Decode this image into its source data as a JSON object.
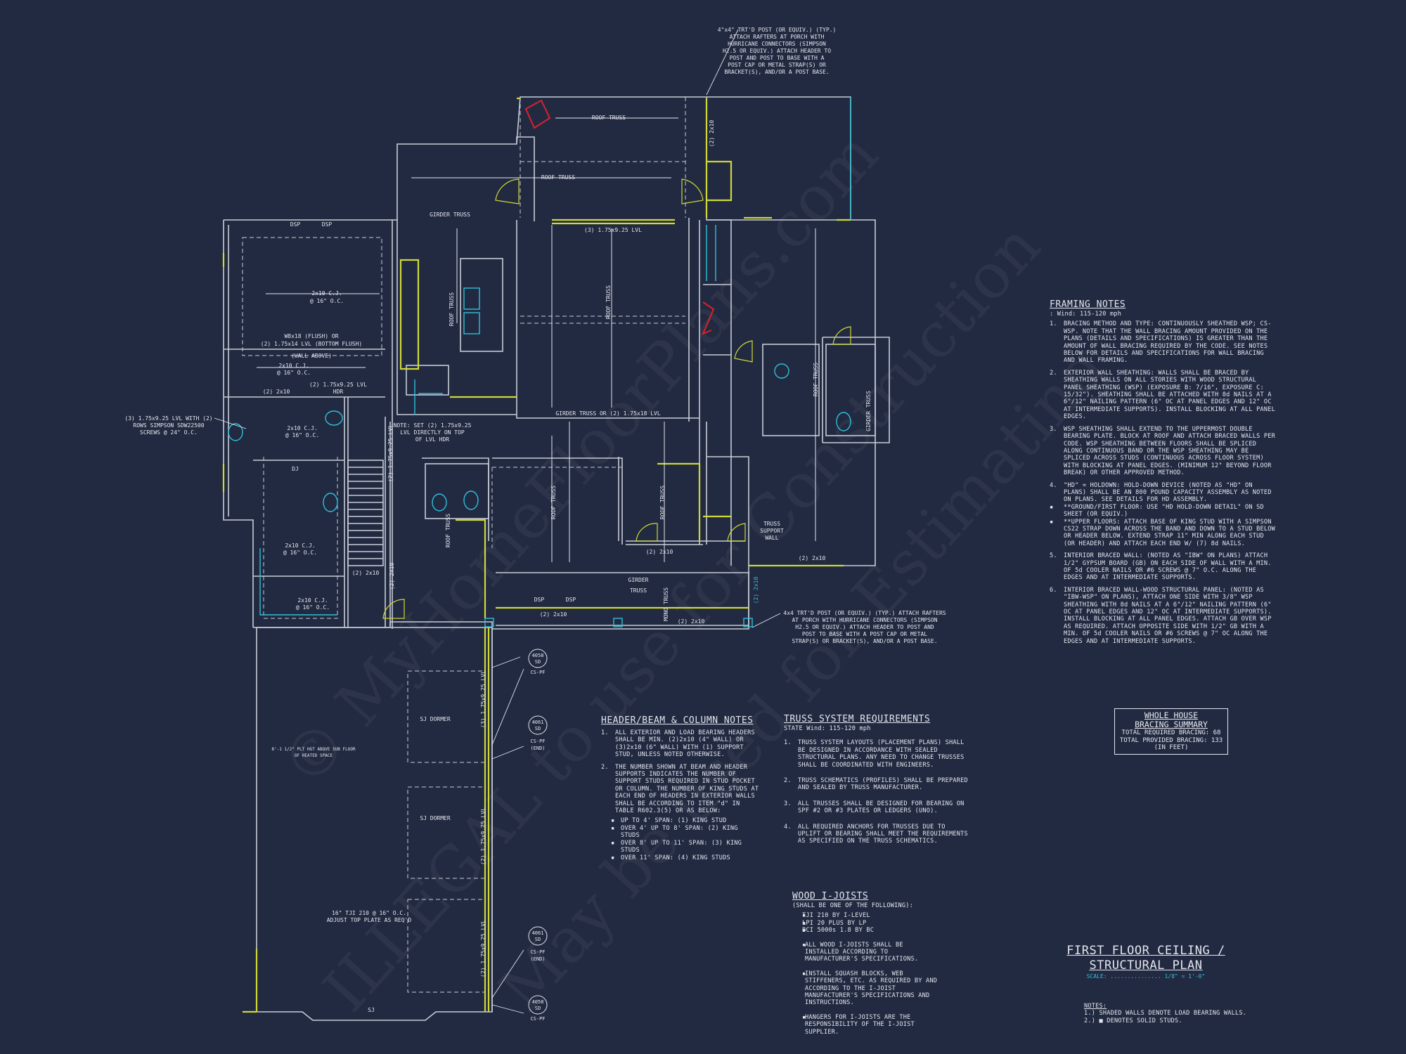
{
  "watermarks": [
    "© MyHomeFloorPlans.com",
    "ILLEGAL to use for Construction",
    "May be used for Estimating"
  ],
  "callouts": {
    "porch_post_top": [
      "4\"x4\" TRT'D POST (OR EQUIV.) (TYP.)",
      "ATTACH RAFTERS AT PORCH WITH",
      "HURRICANE CONNECTORS (SIMPSON",
      "H2.5 OR EQUIV.) ATTACH HEADER TO",
      "POST AND POST TO BASE WITH A",
      "POST CAP OR METAL STRAP(S) OR",
      "BRACKET(S), AND/OR A POST BASE."
    ],
    "porch_post_right": [
      "4x4 TRT'D POST (OR EQUIV.) (TYP.) ATTACH RAFTERS",
      "AT PORCH WITH HURRICANE CONNECTORS (SIMPSON",
      "H2.5 OR EQUIV.) ATTACH HEADER TO POST AND",
      "POST TO BASE WITH A POST CAP OR METAL",
      "STRAP(S) OR BRACKET(S), AND/OR A POST BASE."
    ],
    "lvl_left": [
      "(3) 1.75x9.25 LVL WITH (2)",
      "ROWS SIMPSON SDW22500",
      "SCREWS @ 24\" O.C."
    ],
    "note_lvl": [
      "NOTE: SET (2) 1.75x9.25",
      "LVL DIRECTLY ON TOP",
      "OF LVL HDR"
    ],
    "truss_support": [
      "TRUSS",
      "SUPPORT",
      "WALL"
    ],
    "plt_note": [
      "8'-1 1/2\" PLT HGT ABOVE SUB FLOOR",
      "OF HEATED SPACE"
    ],
    "tji_note": [
      "16\" TJI 210 @ 16\" O.C.",
      "ADJUST TOP PLATE AS REQ'D"
    ]
  },
  "plan_labels": {
    "roof_truss": "ROOF TRUSS",
    "girder_truss": "GIRDER TRUSS",
    "girder_truss_lvl": "GIRDER TRUSS OR (2) 1.75x18 LVL",
    "lvl_top": "(3) 1.75x9.25 LVL",
    "cj_2x10": "2x10 C.J.",
    "oc16": "@ 16\" O.C.",
    "wb_flush": "W8x18 (FLUSH) OR",
    "lvl_bottom": "(2) 1.75x14 LVL (BOTTOM FLUSH)",
    "wall_above": "(WALL ABOVE)",
    "lvl_hdr": "(2) 1.75x9.25 LVL",
    "hdr": "HDR",
    "h2x10": "(2) 2x10",
    "dsp": "DSP",
    "dj": "DJ",
    "sj_dormer": "SJ DORMER",
    "sj": "SJ",
    "girder": "GIRDER",
    "truss": "TRUSS",
    "mono_truss": "MONO TRUSS",
    "lvl_vert": "(3) 1.75x9.25 LVL",
    "lvl_vert2": "(2) 1.75x9.25 LVL",
    "cs_pf": "CS-PF",
    "end": "(END)"
  },
  "column_tags": [
    {
      "top": "4058",
      "bot": "SD",
      "suffix": "CS-PF",
      "end": ""
    },
    {
      "top": "4061",
      "bot": "SD",
      "suffix": "CS-PF",
      "end": "(END)"
    },
    {
      "top": "4061",
      "bot": "SD",
      "suffix": "CS-PF",
      "end": "(END)"
    },
    {
      "top": "4058",
      "bot": "SD",
      "suffix": "CS-PF",
      "end": ""
    }
  ],
  "framing_notes": {
    "title": "FRAMING NOTES",
    "wind": ": Wind: 115-120 mph",
    "items": [
      {
        "n": "1.",
        "t": "BRACING METHOD AND TYPE: CONTINUOUSLY SHEATHED WSP; CS-WSP. NOTE THAT THE WALL BRACING AMOUNT PROVIDED ON THE PLANS (DETAILS AND SPECIFICATIONS) IS GREATER THAN THE AMOUNT OF WALL BRACING REQUIRED BY THE CODE. SEE NOTES BELOW FOR DETAILS AND SPECIFICATIONS FOR WALL BRACING AND WALL FRAMING."
      },
      {
        "n": "2.",
        "t": "EXTERIOR WALL SHEATHING: WALLS SHALL BE BRACED BY SHEATHING WALLS ON ALL STORIES WITH WOOD STRUCTURAL PANEL SHEATHING (WSP) (EXPOSURE B: 7/16\", EXPOSURE C: 15/32\"). SHEATHING SHALL BE ATTACHED WITH 8d NAILS AT A 6\"/12\" NAILING PATTERN (6\" OC AT PANEL EDGES AND 12\" OC AT INTERMEDIATE SUPPORTS). INSTALL BLOCKING AT ALL PANEL EDGES."
      },
      {
        "n": "3.",
        "t": "WSP SHEATHING SHALL EXTEND TO THE UPPERMOST DOUBLE BEARING PLATE. BLOCK AT ROOF AND ATTACH BRACED WALLS PER CODE. WSP SHEATHING BETWEEN FLOORS SHALL BE SPLICED ALONG CONTINUOUS BAND OR THE WSP SHEATHING MAY BE SPLICED ACROSS STUDS (CONTINUOUS ACROSS FLOOR SYSTEM) WITH BLOCKING AT PANEL EDGES. (MINIMUM 12\" BEYOND FLOOR BREAK) OR OTHER APPROVED METHOD."
      },
      {
        "n": "4.",
        "t": "\"HD\" = HOLDOWN: HOLD-DOWN DEVICE (NOTED AS \"HD\" ON PLANS) SHALL BE AN 800 POUND CAPACITY ASSEMBLY AS NOTED ON PLANS. SEE DETAILS FOR HD ASSEMBLY."
      },
      {
        "n": "▪",
        "t": "**GROUND/FIRST FLOOR: USE \"HD HOLD-DOWN DETAIL\" ON SD SHEET (OR EQUIV.)"
      },
      {
        "n": "▪",
        "t": "**UPPER FLOORS: ATTACH BASE OF KING STUD WITH A SIMPSON CS22 STRAP DOWN ACROSS THE BAND AND DOWN TO A STUD BELOW OR HEADER BELOW. EXTEND STRAP 11\" MIN ALONG EACH STUD (OR HEADER) AND ATTACH EACH END W/ (7) 8d NAILS."
      },
      {
        "n": "5.",
        "t": "INTERIOR BRACED WALL: (NOTED AS \"IBW\" ON PLANS) ATTACH 1/2\" GYPSUM BOARD (GB) ON EACH SIDE OF WALL WITH A MIN. OF 5d COOLER NAILS OR #6 SCREWS @ 7\" O.C. ALONG THE EDGES AND AT INTERMEDIATE SUPPORTS."
      },
      {
        "n": "6.",
        "t": "INTERIOR BRACED WALL-WOOD STRUCTURAL PANEL: (NOTED AS \"IBW-WSP\" ON PLANS), ATTACH ONE SIDE WITH 3/8\" WSP SHEATHING WITH 8d NAILS AT A 6\"/12\" NAILING PATTERN (6\" OC AT PANEL EDGES AND 12\" OC AT INTERMEDIATE SUPPORTS). INSTALL BLOCKING AT ALL PANEL EDGES. ATTACH GB OVER WSP AS REQUIRED. ATTACH OPPOSITE SIDE WITH 1/2\" GB WITH A MIN. OF 5d COOLER NAILS OR #6 SCREWS @ 7\" OC ALONG THE EDGES AND AT INTERMEDIATE SUPPORTS."
      }
    ]
  },
  "bracing_summary": {
    "title1": "WHOLE HOUSE",
    "title2": "BRACING SUMMARY",
    "required": "TOTAL REQUIRED BRACING: 68",
    "provided": "TOTAL PROVIDED BRACING: 133",
    "unit": "(IN FEET)"
  },
  "header_notes": {
    "title": "HEADER/BEAM & COLUMN NOTES",
    "items": [
      {
        "n": "1.",
        "t": "ALL EXTERIOR AND LOAD BEARING HEADERS SHALL BE MIN. (2)2x10 (4\" WALL) OR (3)2x10 (6\" WALL) WITH (1) SUPPORT STUD, UNLESS NOTED OTHERWISE."
      },
      {
        "n": "2.",
        "t": "THE NUMBER SHOWN AT BEAM AND HEADER SUPPORTS INDICATES THE NUMBER OF SUPPORT STUDS REQUIRED IN STUD POCKET OR COLUMN. THE NUMBER OF KING STUDS AT EACH END OF HEADERS IN EXTERIOR WALLS SHALL BE ACCORDING TO ITEM \"d\" IN TABLE R602.3(5) OR AS BELOW:"
      }
    ],
    "bullets": [
      "UP TO 4' SPAN: (1) KING STUD",
      "OVER 4' UP TO 8' SPAN: (2) KING STUDS",
      "OVER 8' UP TO 11' SPAN: (3) KING STUDS",
      "OVER 11' SPAN: (4) KING STUDS"
    ]
  },
  "truss_notes": {
    "title": "TRUSS SYSTEM REQUIREMENTS",
    "wind": "STATE Wind: 115-120 mph",
    "items": [
      {
        "n": "1.",
        "t": "TRUSS SYSTEM LAYOUTS (PLACEMENT PLANS) SHALL BE DESIGNED IN ACCORDANCE WITH SEALED STRUCTURAL PLANS. ANY NEED TO CHANGE TRUSSES SHALL BE COORDINATED WITH ENGINEERS."
      },
      {
        "n": "2.",
        "t": "TRUSS SCHEMATICS (PROFILES) SHALL BE PREPARED AND SEALED BY TRUSS MANUFACTURER."
      },
      {
        "n": "3.",
        "t": "ALL TRUSSES SHALL BE DESIGNED FOR BEARING ON SPF #2 OR #3 PLATES OR LEDGERS (UNO)."
      },
      {
        "n": "4.",
        "t": "ALL REQUIRED ANCHORS FOR TRUSSES DUE TO UPLIFT OR BEARING SHALL MEET THE REQUIREMENTS AS SPECIFIED ON THE TRUSS SCHEMATICS."
      }
    ]
  },
  "ijoist_notes": {
    "title": "WOOD I-JOISTS",
    "sub": "(SHALL BE ONE OF THE FOLLOWING):",
    "list": [
      "TJI 210 BY I-LEVEL",
      "LPI 20 PLUS BY LP",
      "BCI 5000s 1.8 BY BC"
    ],
    "items": [
      "ALL WOOD I-JOISTS SHALL BE INSTALLED ACCORDING TO MANUFACTURER'S SPECIFICATIONS.",
      "INSTALL SQUASH BLOCKS, WEB STIFFENERS, ETC. AS REQUIRED BY AND ACCORDING TO THE I-JOIST MANUFACTURER'S SPECIFICATIONS AND INSTRUCTIONS.",
      "HANGERS FOR I-JOISTS ARE THE RESPONSIBILITY OF THE I-JOIST SUPPLIER."
    ]
  },
  "title_block": {
    "line1": "FIRST FLOOR CEILING /",
    "line2": "STRUCTURAL PLAN",
    "scale": "SCALE: ............... 1/8\" = 1'-0\""
  },
  "legend": {
    "title": "NOTES:",
    "items": [
      "1.) SHADED WALLS DENOTE LOAD BEARING WALLS.",
      "2.) ■ DENOTES SOLID STUDS."
    ]
  },
  "colors": {
    "background": "#222a41",
    "wall": "#c8ccd6",
    "bearing": "#cfd836",
    "fixture": "#2ec0d8",
    "hatch": "#d8222a"
  }
}
